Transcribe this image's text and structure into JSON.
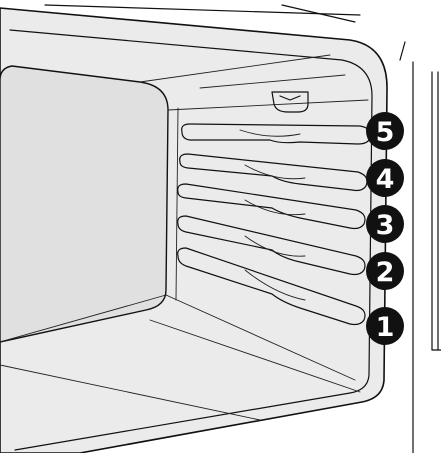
{
  "diagram": {
    "shelf_labels": [
      "5",
      "4",
      "3",
      "2",
      "1"
    ],
    "colors": {
      "cavity_fill": "#ebebeb",
      "back_panel_fill": "#e0e0e0",
      "outline": "#111111",
      "badge_fill": "#111111",
      "badge_text": "#ffffff"
    },
    "icons": [
      "oven-light-icon"
    ]
  }
}
